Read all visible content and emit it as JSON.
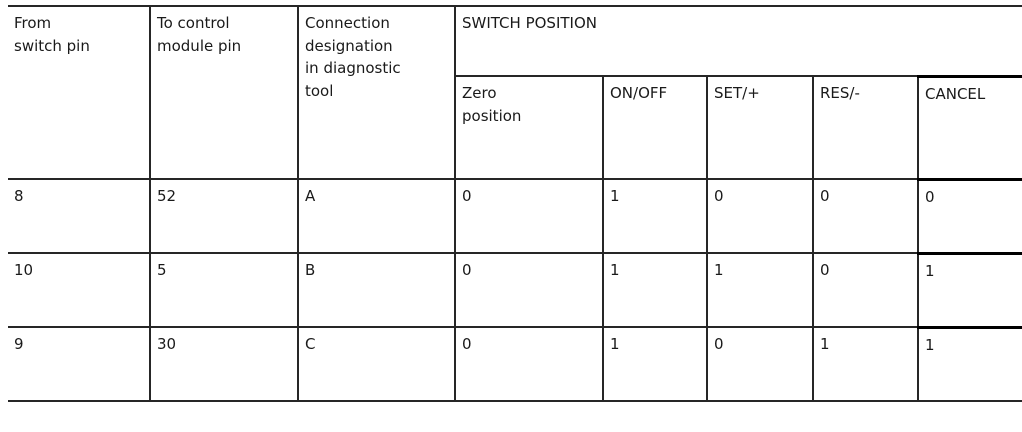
{
  "table": {
    "header": {
      "from_switch_pin": "From\nswitch pin",
      "to_control_module_pin": "To control\nmodule pin",
      "connection_designation": "Connection\ndesignation\nin diagnostic\ntool",
      "switch_position": "SWITCH POSITION",
      "sub_columns": [
        "Zero\nposition",
        "ON/OFF",
        "SET/+",
        "RES/-",
        "CANCEL"
      ]
    },
    "rows": [
      {
        "cells": [
          "8",
          "52",
          "A",
          "0",
          "1",
          "0",
          "0",
          "0"
        ]
      },
      {
        "cells": [
          "10",
          "5",
          "B",
          "0",
          "1",
          "1",
          "0",
          "1"
        ]
      },
      {
        "cells": [
          "9",
          "30",
          "C",
          "0",
          "1",
          "0",
          "1",
          "1"
        ]
      }
    ]
  },
  "colors": {
    "background": "#ffffff",
    "text": "#1a1a1a",
    "border": "#262626",
    "border_heavy": "#000000"
  }
}
